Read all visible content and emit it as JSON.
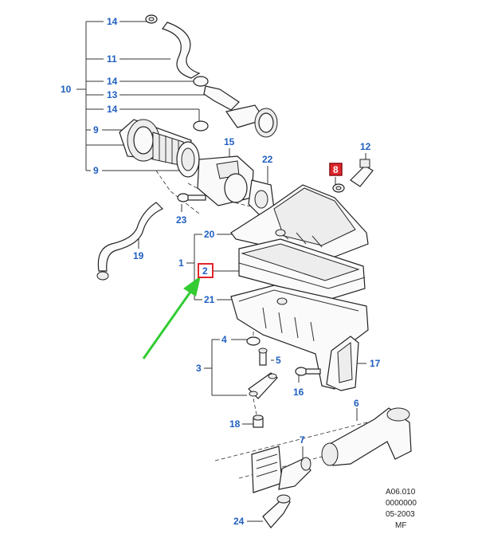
{
  "labels": {
    "l14a": "14",
    "l11": "11",
    "l10": "10",
    "l14b": "14",
    "l13": "13",
    "l14c": "14",
    "l9a": "9",
    "l9b": "9",
    "l15": "15",
    "l22": "22",
    "l8": "8",
    "l12": "12",
    "l23": "23",
    "l19": "19",
    "l20": "20",
    "l1": "1",
    "l2": "2",
    "l21": "21",
    "l4": "4",
    "l5": "5",
    "l3": "3",
    "l16": "16",
    "l17": "17",
    "l18": "18",
    "l6": "6",
    "l7": "7",
    "l24": "24"
  },
  "footer": {
    "line1": "A06.010",
    "line2": "0000000",
    "line3": "05-2003",
    "line4": "MF"
  },
  "colors": {
    "label": "#1f5fc0",
    "highlight": "#e0262b",
    "arrow": "#33cc33"
  }
}
